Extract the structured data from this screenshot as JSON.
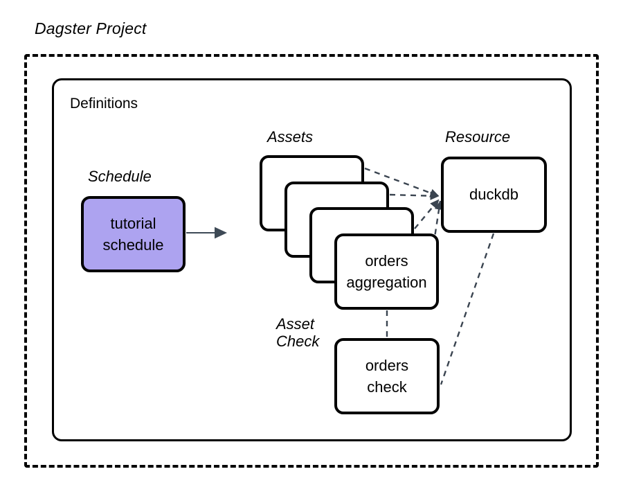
{
  "diagram": {
    "title": "Dagster Project",
    "container": {
      "label": "Definitions"
    },
    "groups": {
      "assets_label": "Assets",
      "resource_label": "Resource",
      "schedule_label": "Schedule",
      "asset_check_label": "Asset\nCheck"
    },
    "nodes": {
      "schedule": {
        "line1": "tutorial",
        "line2": "schedule",
        "fill": "#ADA3F0",
        "stroke": "#000000"
      },
      "assets": [
        {
          "line1": "",
          "line2": ""
        },
        {
          "line1": "",
          "line2": ""
        },
        {
          "line1": "",
          "line2": ""
        },
        {
          "line1": "orders",
          "line2": "aggregation"
        }
      ],
      "resource": {
        "line1": "duckdb",
        "line2": ""
      },
      "asset_check": {
        "line1": "orders",
        "line2": "check"
      }
    },
    "edges": {
      "schedule_to_assets": {
        "style": "solid-arrow",
        "color": "#3E4A56"
      },
      "assets_to_resource": {
        "style": "dashed-arrow",
        "color": "#3A4450",
        "count": 4
      },
      "asset_to_check": {
        "style": "dashed",
        "color": "#3A4450"
      },
      "resource_to_check": {
        "style": "dashed",
        "color": "#3A4450"
      }
    },
    "colors": {
      "background": "#FFFFFF",
      "outline": "#000000",
      "accent": "#ADA3F0",
      "edge": "#3A4450"
    }
  }
}
